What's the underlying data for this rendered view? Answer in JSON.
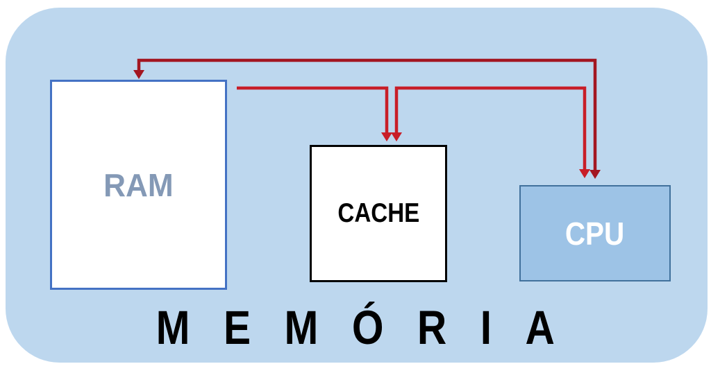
{
  "title": {
    "text": "MEMÓRIA"
  },
  "nodes": {
    "ram": {
      "label": "RAM",
      "fill": "#FFFFFF",
      "border_color": "#4472C4",
      "text_color": "#8499B6"
    },
    "cache": {
      "label": "CACHE",
      "fill": "#FFFFFF",
      "border_color": "#000000",
      "text_color": "#000000"
    },
    "cpu": {
      "label": "CPU",
      "fill": "#9DC3E6",
      "border_color": "#41719C",
      "text_color": "#FFFFFF"
    }
  },
  "colors": {
    "page_bg": "#FFFFFF",
    "panel_bg": "#BDD7EE",
    "arrow_dark_red": "#A31621",
    "arrow_red": "#C81E28",
    "title_color": "#000000"
  },
  "arrows": [
    {
      "id": "cpu-ram",
      "between": [
        "CPU",
        "RAM"
      ],
      "heads": "both-ends",
      "color_key": "arrow_dark_red"
    },
    {
      "id": "ram-cache",
      "between": [
        "RAM",
        "CACHE"
      ],
      "heads": "cache-end",
      "color_key": "arrow_red"
    },
    {
      "id": "cache-cpu",
      "between": [
        "CACHE",
        "CPU"
      ],
      "heads": "both-ends",
      "color_key": "arrow_red"
    }
  ]
}
